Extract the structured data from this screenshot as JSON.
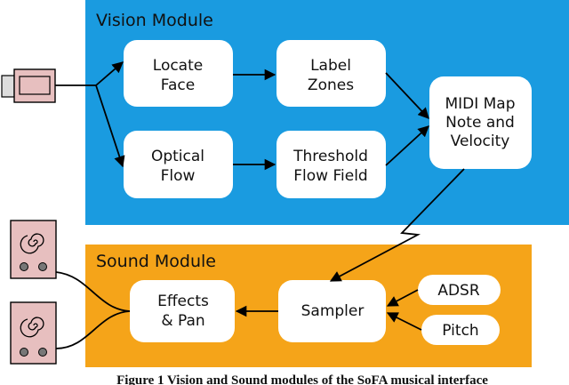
{
  "vision_module": {
    "title": "Vision Module",
    "boxes": {
      "locate_face": [
        "Locate",
        "Face"
      ],
      "label_zones": [
        "Label",
        "Zones"
      ],
      "optical_flow": [
        "Optical",
        "Flow"
      ],
      "threshold": [
        "Threshold",
        "Flow Field"
      ],
      "midi_map": [
        "MIDI Map",
        "Note and",
        "Velocity"
      ]
    }
  },
  "sound_module": {
    "title": "Sound Module",
    "boxes": {
      "effects": [
        "Effects",
        "& Pan"
      ],
      "sampler": [
        "Sampler"
      ],
      "adsr": [
        "ADSR"
      ],
      "pitch": [
        "Pitch"
      ]
    }
  },
  "caption": "Figure 1 Vision and Sound modules of the SoFA musical interface",
  "colors": {
    "vision_bg": "#1a9be0",
    "sound_bg": "#f5a419",
    "box_fill": "#ffffff",
    "line": "#000000"
  }
}
